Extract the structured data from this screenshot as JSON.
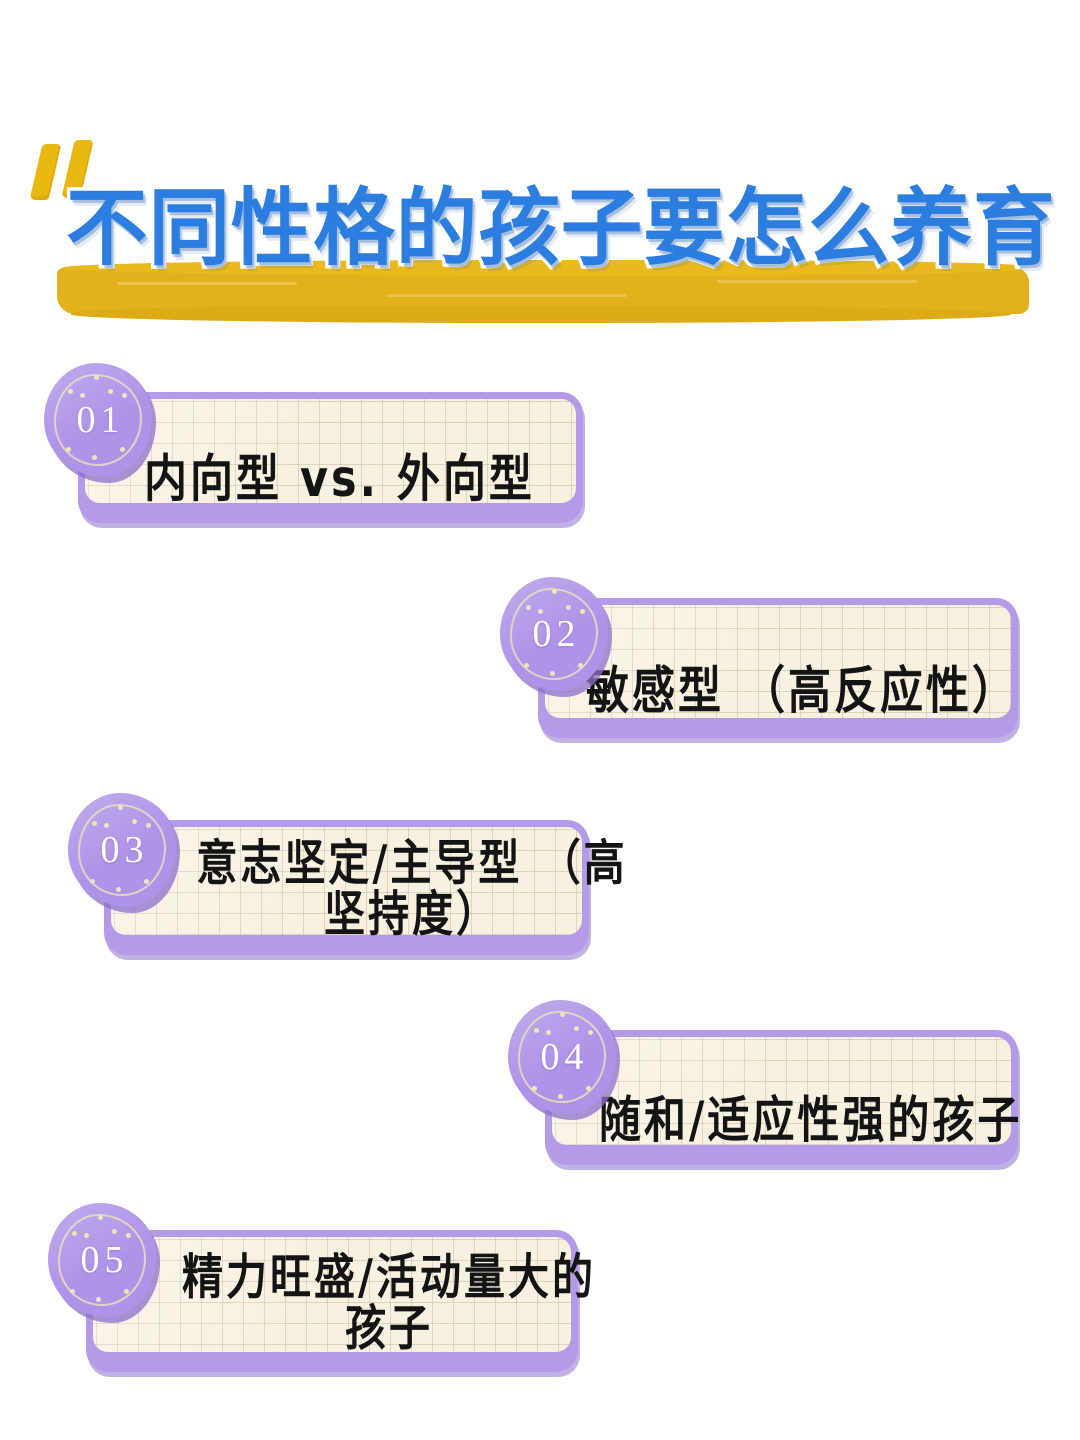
{
  "header": {
    "quote_mark": "“",
    "title": "不同性格的孩子要怎么养育",
    "title_color": "#2B7DE0",
    "highlight_color": "#E3B11C"
  },
  "theme": {
    "card_border": "#B49BE8",
    "card_paper": "#F7F1DF",
    "badge_fill": "#AE94E8",
    "badge_outline": "#E8E2BE",
    "text_color": "#141414"
  },
  "cards": [
    {
      "number": "01",
      "label": "内向型 vs. 外向型",
      "lines": [
        "内向型 vs. 外向型"
      ]
    },
    {
      "number": "02",
      "label": "敏感型（高反应性）",
      "lines": [
        "敏感型 （高反应性）"
      ]
    },
    {
      "number": "03",
      "label": "意志坚定/主导型（高坚持度）",
      "lines": [
        "意志坚定/主导型 （高",
        "坚持度）"
      ]
    },
    {
      "number": "04",
      "label": "随和/适应性强的孩子",
      "lines": [
        "随和/适应性强的孩子"
      ]
    },
    {
      "number": "05",
      "label": "精力旺盛/活动量大的孩子",
      "lines": [
        "精力旺盛/活动量大的",
        "孩子"
      ]
    }
  ]
}
